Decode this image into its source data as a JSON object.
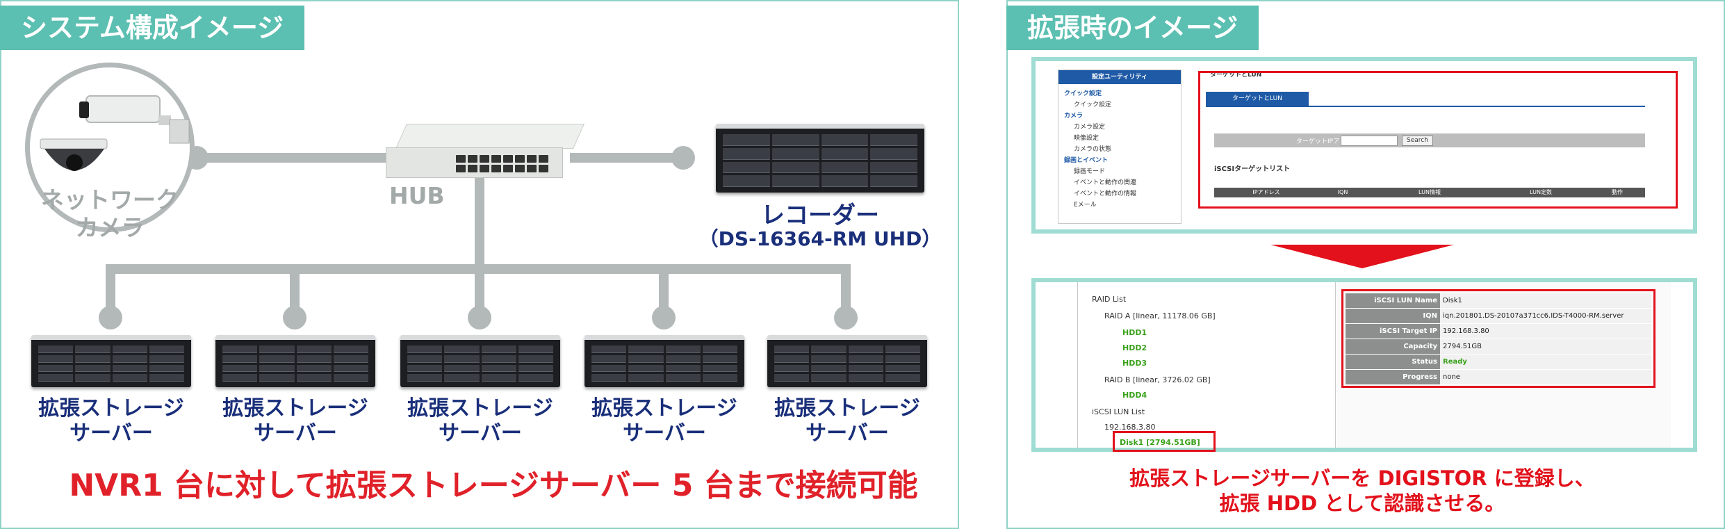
{
  "left_panel": {
    "tab_title": "システム構成イメージ",
    "camera_label": [
      "ネットワーク",
      "カメラ"
    ],
    "hub_label": "HUB",
    "recorder_label": "レコーダー",
    "recorder_model": "（DS-16364-RM UHD）",
    "server_label": [
      "拡張ストレージ",
      "サーバー"
    ],
    "headline": "NVR1 台に対して拡張ストレージサーバー 5 台まで接続可能"
  },
  "right_panel": {
    "tab_title": "拡張時のイメージ",
    "screen1": {
      "sidebar_header": "設定ユーティリティ",
      "sidebar_items": [
        {
          "label": "クイック設定",
          "type": "group"
        },
        {
          "label": "クイック設定",
          "type": "item"
        },
        {
          "label": "カメラ",
          "type": "group"
        },
        {
          "label": "カメラ設定",
          "type": "item"
        },
        {
          "label": "映像設定",
          "type": "item"
        },
        {
          "label": "カメラの状態",
          "type": "item"
        },
        {
          "label": "録画とイベント",
          "type": "group"
        },
        {
          "label": "録画モード",
          "type": "item"
        },
        {
          "label": "イベントと動作の関連",
          "type": "item"
        },
        {
          "label": "イベントと動作の情報",
          "type": "item"
        },
        {
          "label": "Eメール",
          "type": "item"
        }
      ],
      "panel_title": "ターゲットとLUN",
      "tab_label": "ターゲットとLUN",
      "address_label": "ターゲットIPアドレス",
      "search_button": "Search",
      "list_title": "iSCSIターゲットリスト",
      "columns": [
        "IPアドレス",
        "IQN",
        "LUN情報",
        "LUN定数",
        "動作"
      ]
    },
    "screen2": {
      "tree": {
        "raid_list": "RAID List",
        "raid_a": "RAID A [linear, 11178.06 GB]",
        "raid_a_disks": [
          "HDD1",
          "HDD2",
          "HDD3"
        ],
        "raid_b": "RAID B [linear, 3726.02 GB]",
        "raid_b_disks": [
          "HDD4"
        ],
        "lun_list": "iSCSI LUN List",
        "lun_ip": "192.168.3.80",
        "lun_disk": "Disk1 [2794.51GB]"
      },
      "properties": [
        {
          "key": "iSCSI LUN Name",
          "value": "Disk1"
        },
        {
          "key": "IQN",
          "value": "iqn.201801.DS-20107a371cc6.IDS-T4000-RM.server"
        },
        {
          "key": "iSCSI Target IP",
          "value": "192.168.3.80"
        },
        {
          "key": "Capacity",
          "value": "2794.51GB"
        },
        {
          "key": "Status",
          "value": "Ready"
        },
        {
          "key": "Progress",
          "value": "none"
        }
      ]
    },
    "caption": [
      "拡張ストレージサーバーを DIGISTOR に登録し、",
      "拡張 HDD として認識させる。"
    ]
  },
  "colors": {
    "teal_tab": "#5bbfb1",
    "teal_border": "#8fd3c8",
    "connector_gray": "#b3b9b8",
    "navy_text": "#1a2f7a",
    "red_accent": "#e02129"
  }
}
